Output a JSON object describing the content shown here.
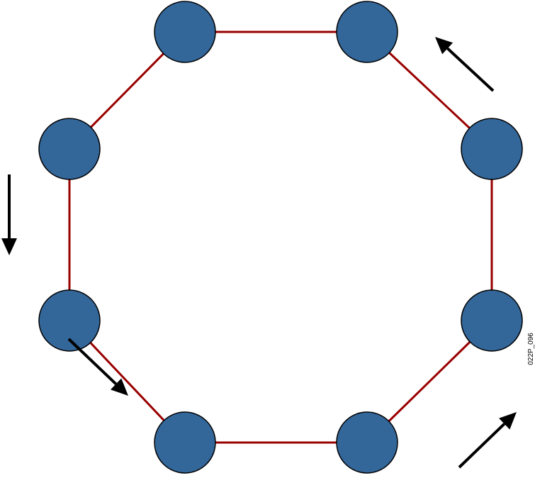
{
  "diagram": {
    "type": "ring-network",
    "node_count": 8,
    "figure_id": "022P_096",
    "colors": {
      "node_fill": "#336699",
      "node_stroke": "#000000",
      "link": "#990000",
      "arrow": "#000000",
      "text": "#000000"
    },
    "node_icon": "circle-node",
    "arrow_icon": "direction-arrow-icon",
    "flow_direction": "counterclockwise"
  }
}
